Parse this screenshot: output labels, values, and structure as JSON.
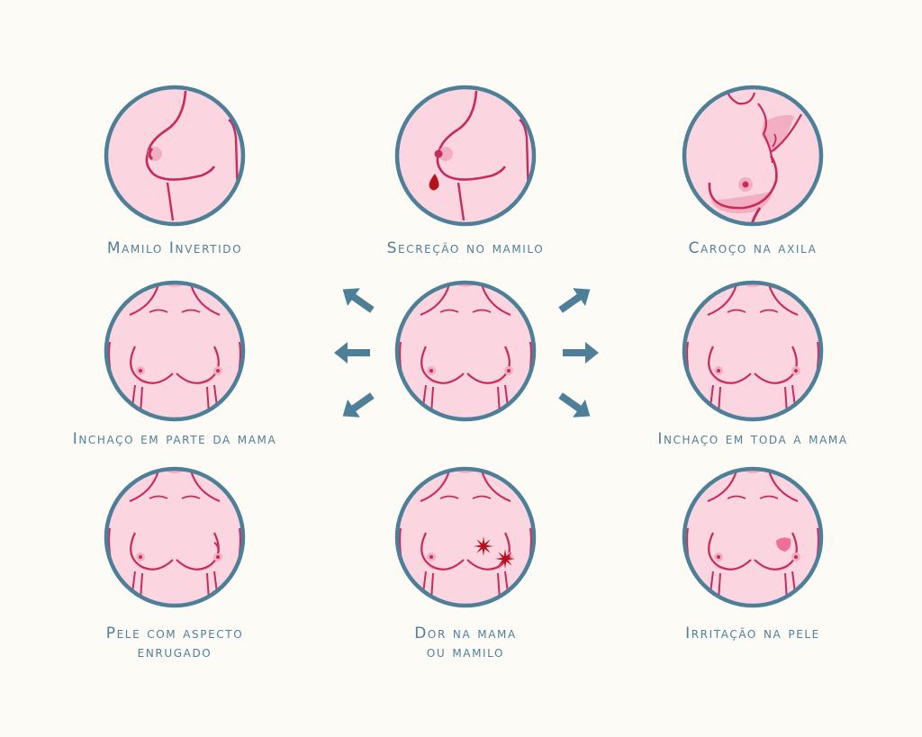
{
  "colors": {
    "background": "#fdfbf5",
    "circle_border": "#4e7f99",
    "skin": "#fbd6e0",
    "skin_shadow": "#f2aec2",
    "line": "#c92a5c",
    "blood": "#b5121b",
    "label": "#4e7f99",
    "arrow": "#4e7f99",
    "rash": "#ee6f97"
  },
  "symptoms": [
    {
      "id": "mamilo-invertido",
      "label": "Mamilo Invertido",
      "view": "side"
    },
    {
      "id": "secrecao-no-mamilo",
      "label": "Secreção no mamilo",
      "view": "side-discharge"
    },
    {
      "id": "caroco-na-axila",
      "label": "Caroço na axila",
      "view": "armpit"
    },
    {
      "id": "inchaco-em-parte-da-mama",
      "label": "Inchaço em parte da mama",
      "view": "front"
    },
    {
      "id": "normal-center",
      "label": "",
      "view": "front"
    },
    {
      "id": "inchaco-em-toda-a-mama",
      "label": "Inchaço em toda a mama",
      "view": "front"
    },
    {
      "id": "pele-com-aspecto-enrugado",
      "label": "Pele com aspecto\nenrugado",
      "view": "front-dimple"
    },
    {
      "id": "dor-na-mama-ou-mamilo",
      "label": "Dor na mama\nou mamilo",
      "view": "front-pain"
    },
    {
      "id": "irritacao-na-pele",
      "label": "Irritação na pele",
      "view": "front-rash"
    }
  ],
  "arrows": [
    {
      "direction": "up-left"
    },
    {
      "direction": "left"
    },
    {
      "direction": "down-left"
    },
    {
      "direction": "up-right"
    },
    {
      "direction": "right"
    },
    {
      "direction": "down-right"
    }
  ]
}
